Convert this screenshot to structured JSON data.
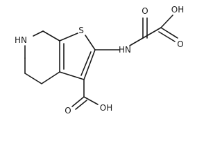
{
  "diagram": {
    "type": "chemical-structure",
    "atom_labels": {
      "ring_nh": "HN",
      "ring_s": "S",
      "amide_nh": "HN",
      "amide_o": "O",
      "acid_oh": "OH",
      "acid_o": "O",
      "cooh_o": "O",
      "cooh_oh": "OH"
    },
    "colors": {
      "bond": "#1a1a1a",
      "label": "#1a1a1a",
      "background": "#ffffff"
    }
  }
}
